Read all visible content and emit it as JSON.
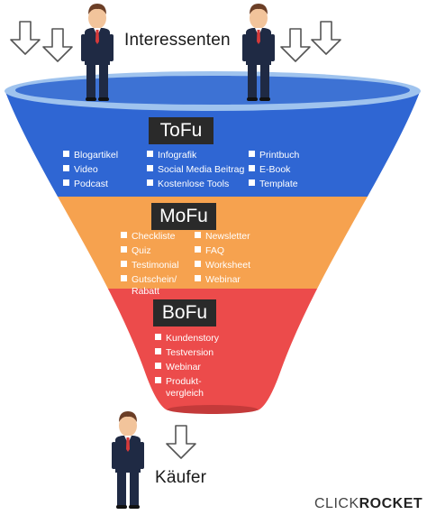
{
  "title": "Interessenten",
  "bottom_label": "Käufer",
  "brand": {
    "part1": "CLICK",
    "part2": "ROCKET"
  },
  "colors": {
    "tofu": "#2f66d3",
    "mofu": "#f6a24f",
    "bofu": "#ec4b4b",
    "rim": "#9fc3ee",
    "rim_inner": "#3d72d4",
    "tag": "#2a2a2a"
  },
  "stages": [
    {
      "tag": "ToFu",
      "columns": [
        [
          "Blogartikel",
          "Video",
          "Podcast"
        ],
        [
          "Infografik",
          "Social Media Beitrag",
          "Kostenlose Tools"
        ],
        [
          "Printbuch",
          "E-Book",
          "Template"
        ]
      ]
    },
    {
      "tag": "MoFu",
      "columns": [
        [
          "Checkliste",
          "Quiz",
          "Testimonial",
          "Gutschein/ Rabatt"
        ],
        [
          "Newsletter",
          "FAQ",
          "Worksheet",
          "Webinar"
        ]
      ]
    },
    {
      "tag": "BoFu",
      "columns": [
        [
          "Kundenstory",
          "Testversion",
          "Webinar",
          "Produkt-vergleich"
        ]
      ]
    }
  ]
}
